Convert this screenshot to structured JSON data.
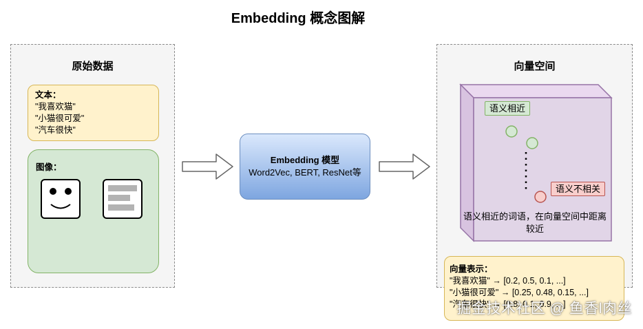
{
  "title": "Embedding 概念图解",
  "left_panel": {
    "title": "原始数据",
    "text_box": {
      "label": "文本：",
      "lines": [
        "\"我喜欢猫\"",
        "\"小猫很可爱\"",
        "\"汽车很快\""
      ]
    },
    "image_box": {
      "label": "图像："
    }
  },
  "model": {
    "title": "Embedding 模型",
    "subtitle": "Word2Vec, BERT, ResNet等"
  },
  "right_panel": {
    "title": "向量空间",
    "similar_label": "语义相近",
    "unrelated_label": "语义不相关",
    "caption_line1": "语义相近的词语，在向量空间中距离",
    "caption_line2": "较近",
    "vectors": {
      "label": "向量表示：",
      "lines": [
        "\"我喜欢猫\" → [0.2, 0.5, 0.1, ...]",
        "\"小猫很可爱\" → [0.25, 0.48, 0.15, ...]",
        "\"汽车很快\" → [0.8, 0.1, 0.9, ...]"
      ]
    }
  },
  "watermark": "掘金技术社区 @ 鱼香l肉丝",
  "colors": {
    "yellow_fill": "#fff2cc",
    "green_fill": "#d5e8d4",
    "blue_fill": "#dae8fc",
    "purple_fill": "#e1d5e7",
    "red_fill": "#f8cecc"
  }
}
